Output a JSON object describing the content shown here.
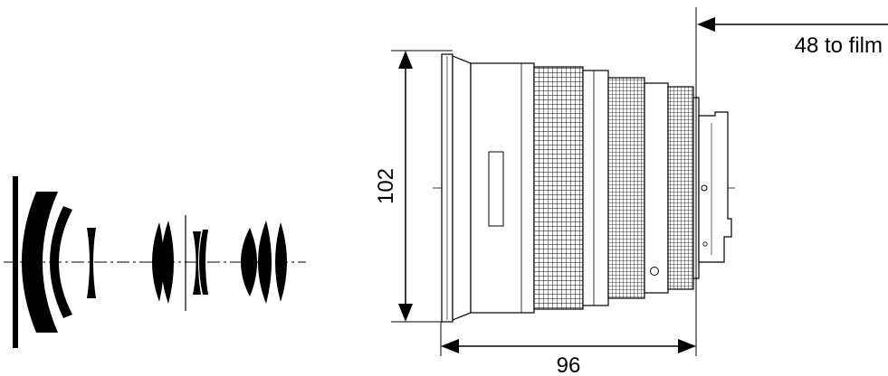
{
  "dimensions": {
    "flange_to_film": "48 to film",
    "diameter": "102",
    "length": "96"
  },
  "colors": {
    "ink": "#000000",
    "paper": "#ffffff"
  }
}
